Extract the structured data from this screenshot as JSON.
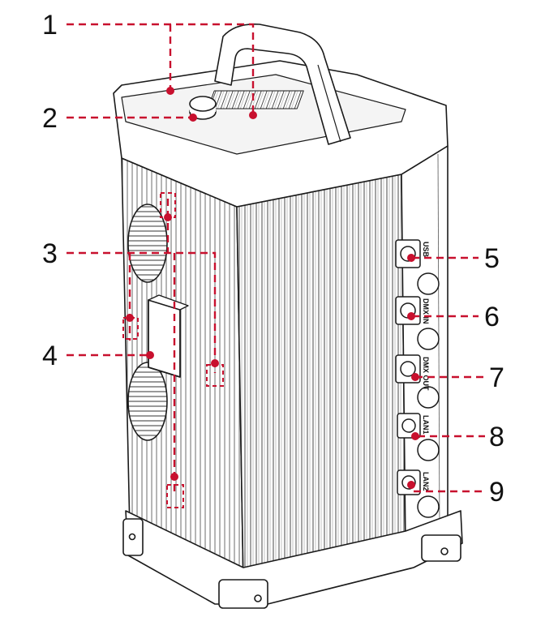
{
  "diagram": {
    "leader_color": "#c8102e",
    "outline_color": "#1a1a1a",
    "callouts": [
      {
        "id": "1",
        "label": "1"
      },
      {
        "id": "2",
        "label": "2"
      },
      {
        "id": "3",
        "label": "3"
      },
      {
        "id": "4",
        "label": "4"
      },
      {
        "id": "5",
        "label": "5"
      },
      {
        "id": "6",
        "label": "6"
      },
      {
        "id": "7",
        "label": "7"
      },
      {
        "id": "8",
        "label": "8"
      },
      {
        "id": "9",
        "label": "9"
      }
    ],
    "ports": [
      {
        "id": "usb",
        "label": "USB"
      },
      {
        "id": "dmx-in",
        "label": "DMX IN"
      },
      {
        "id": "dmx-out",
        "label": "DMX OUT"
      },
      {
        "id": "lan1",
        "label": "LAN1"
      },
      {
        "id": "lan2",
        "label": "LAN2"
      }
    ]
  }
}
